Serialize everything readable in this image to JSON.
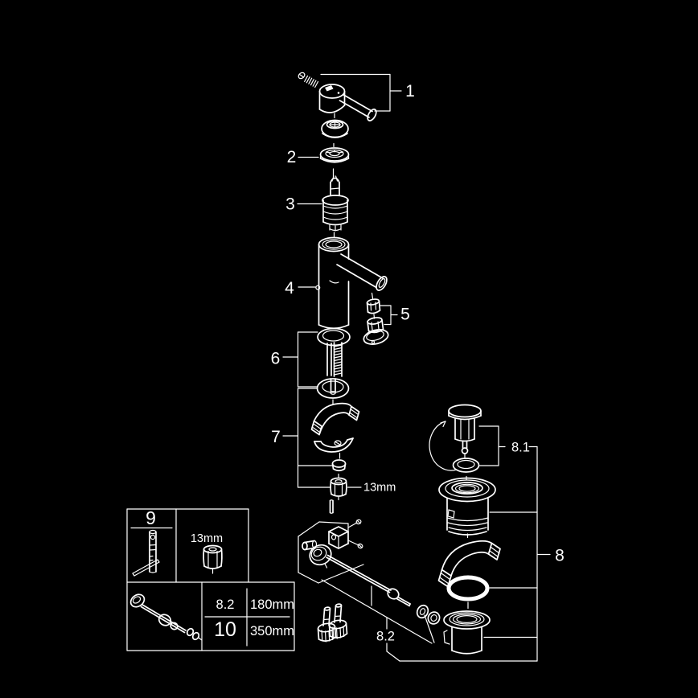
{
  "image": {
    "background": "#000000",
    "line_color": "#ffffff"
  },
  "callouts": {
    "c1": "1",
    "c2": "2",
    "c3": "3",
    "c4": "4",
    "c5": "5",
    "c6": "6",
    "c7": "7",
    "c8": "8",
    "c8_1": "8.1",
    "c8_2": "8.2",
    "wrench_size": "13mm"
  },
  "table": {
    "tool_number": "9",
    "wrench_size": "13mm",
    "row1_part": "8.2",
    "row1_length": "180mm",
    "row2_part": "10",
    "row2_length": "350mm"
  }
}
